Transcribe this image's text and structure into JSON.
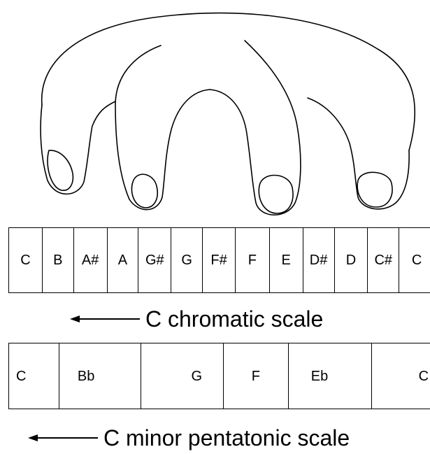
{
  "illustration": {
    "subject": "hand with fingers resting over keys",
    "stroke_color": "#000000"
  },
  "chromatic_scale": {
    "notes": [
      "C",
      "B",
      "A#",
      "A",
      "G#",
      "G",
      "F#",
      "F",
      "E",
      "D#",
      "D",
      "C#",
      "C"
    ],
    "caption": "C chromatic scale",
    "arrow_direction": "left",
    "arrow_icon": "left-arrow-icon"
  },
  "pentatonic_scale": {
    "notes": [
      "C",
      "Bb",
      "G",
      "F",
      "Eb",
      "C"
    ],
    "caption": "C minor pentatonic scale",
    "arrow_direction": "left",
    "arrow_icon": "left-arrow-icon"
  }
}
